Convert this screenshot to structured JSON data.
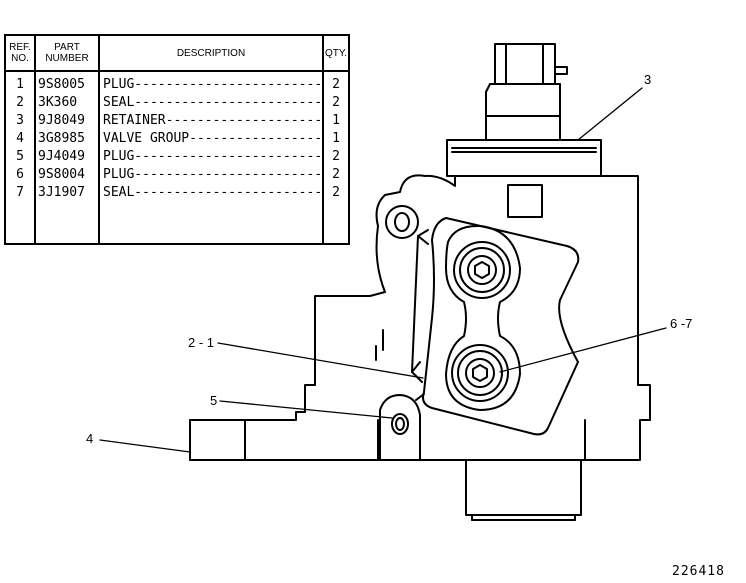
{
  "table": {
    "headers": {
      "ref_line1": "REF.",
      "ref_line2": "NO.",
      "part_line1": "PART",
      "part_line2": "NUMBER",
      "description": "DESCRIPTION",
      "qty": "QTY."
    },
    "rows": [
      {
        "ref": "1",
        "part": "9S8005",
        "desc": "PLUG-------------------------",
        "qty": "2"
      },
      {
        "ref": "2",
        "part": "3K360",
        "desc": "SEAL-------------------------",
        "qty": "2"
      },
      {
        "ref": "3",
        "part": "9J8049",
        "desc": "RETAINER---------------------",
        "qty": "1"
      },
      {
        "ref": "4",
        "part": "3G8985",
        "desc": "VALVE GROUP------------------",
        "qty": "1"
      },
      {
        "ref": "5",
        "part": "9J4049",
        "desc": "PLUG-------------------------",
        "qty": "2"
      },
      {
        "ref": "6",
        "part": "9S8004",
        "desc": "PLUG-------------------------",
        "qty": "2"
      },
      {
        "ref": "7",
        "part": "3J1907",
        "desc": "SEAL-------------------------",
        "qty": "2"
      }
    ]
  },
  "callouts": {
    "c3": "3",
    "c67": "6 -7",
    "c21": "2 - 1",
    "c5": "5",
    "c4": "4"
  },
  "figure_number": "226418"
}
